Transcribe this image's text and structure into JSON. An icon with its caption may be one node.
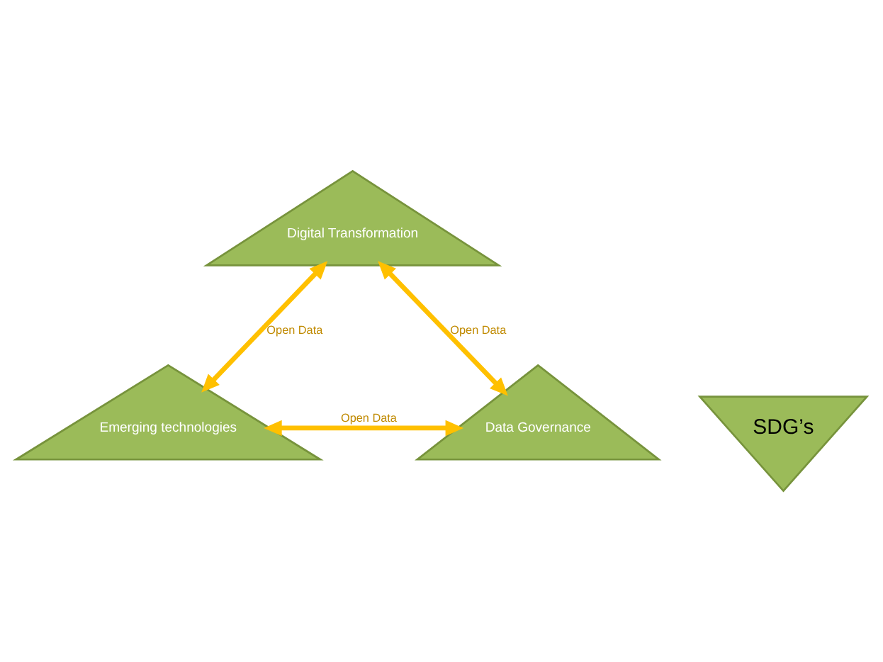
{
  "diagram": {
    "nodes": [
      {
        "text": [
          "Digital Transformation"
        ]
      },
      {
        "text": [
          "SDG’s"
        ]
      },
      {
        "text": [
          "Emerging technologies"
        ]
      },
      {
        "text": [
          "Data Governance"
        ]
      }
    ],
    "edges": [
      {
        "from": 2,
        "to": 3,
        "arrow": "both",
        "label": "Open Data"
      },
      {
        "from": 0,
        "to": 2,
        "arrow": "both",
        "label": "Open Data"
      },
      {
        "from": 0,
        "to": 3,
        "arrow": "both",
        "label": "Open Data"
      }
    ]
  }
}
